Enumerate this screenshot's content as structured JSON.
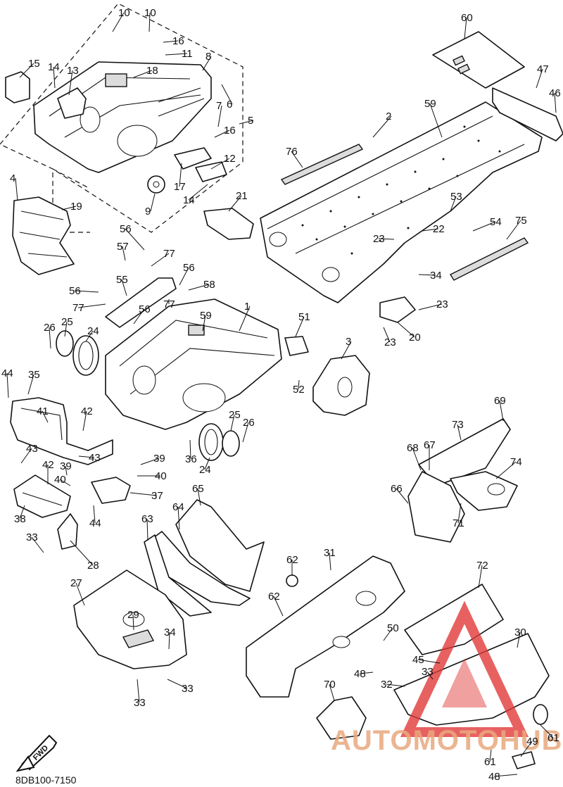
{
  "diagram": {
    "drawing_code": "8DB100-7150",
    "fwd_label": "FWD",
    "watermark": {
      "text": "AUTOMOTOHUB",
      "colors": {
        "triangle": "#e23a3a",
        "text": "#e8a97e"
      }
    },
    "callouts": [
      {
        "id": "c10a",
        "label": "10"
      },
      {
        "id": "c10b",
        "label": "10"
      },
      {
        "id": "c16a",
        "label": "16"
      },
      {
        "id": "c11",
        "label": "11"
      },
      {
        "id": "c8",
        "label": "8"
      },
      {
        "id": "c15",
        "label": "15"
      },
      {
        "id": "c14a",
        "label": "14"
      },
      {
        "id": "c13",
        "label": "13"
      },
      {
        "id": "c18",
        "label": "18"
      },
      {
        "id": "c6",
        "label": "6"
      },
      {
        "id": "c7",
        "label": "7"
      },
      {
        "id": "c5",
        "label": "5"
      },
      {
        "id": "c16b",
        "label": "16"
      },
      {
        "id": "c12",
        "label": "12"
      },
      {
        "id": "c17",
        "label": "17"
      },
      {
        "id": "c14b",
        "label": "14"
      },
      {
        "id": "c9",
        "label": "9"
      },
      {
        "id": "c21",
        "label": "21"
      },
      {
        "id": "c4",
        "label": "4"
      },
      {
        "id": "c19",
        "label": "19"
      },
      {
        "id": "c60",
        "label": "60"
      },
      {
        "id": "c47",
        "label": "47"
      },
      {
        "id": "c46",
        "label": "46"
      },
      {
        "id": "c2",
        "label": "2"
      },
      {
        "id": "c59a",
        "label": "59"
      },
      {
        "id": "c76",
        "label": "76"
      },
      {
        "id": "c53",
        "label": "53"
      },
      {
        "id": "c22",
        "label": "22"
      },
      {
        "id": "c23a",
        "label": "23"
      },
      {
        "id": "c54",
        "label": "54"
      },
      {
        "id": "c75",
        "label": "75"
      },
      {
        "id": "c34a",
        "label": "34"
      },
      {
        "id": "c23b",
        "label": "23"
      },
      {
        "id": "c23c",
        "label": "23"
      },
      {
        "id": "c20",
        "label": "20"
      },
      {
        "id": "c56a",
        "label": "56"
      },
      {
        "id": "c57",
        "label": "57"
      },
      {
        "id": "c77a",
        "label": "77"
      },
      {
        "id": "c56b",
        "label": "56"
      },
      {
        "id": "c55",
        "label": "55"
      },
      {
        "id": "c58",
        "label": "58"
      },
      {
        "id": "c56c",
        "label": "56"
      },
      {
        "id": "c77b",
        "label": "77"
      },
      {
        "id": "c77c",
        "label": "77"
      },
      {
        "id": "c56d",
        "label": "56"
      },
      {
        "id": "c59b",
        "label": "59"
      },
      {
        "id": "c1",
        "label": "1"
      },
      {
        "id": "c26a",
        "label": "26"
      },
      {
        "id": "c25a",
        "label": "25"
      },
      {
        "id": "c24a",
        "label": "24"
      },
      {
        "id": "c51",
        "label": "51"
      },
      {
        "id": "c3",
        "label": "3"
      },
      {
        "id": "c52",
        "label": "52"
      },
      {
        "id": "c44a",
        "label": "44"
      },
      {
        "id": "c35",
        "label": "35"
      },
      {
        "id": "c41",
        "label": "41"
      },
      {
        "id": "c42a",
        "label": "42"
      },
      {
        "id": "c43a",
        "label": "43"
      },
      {
        "id": "c43b",
        "label": "43"
      },
      {
        "id": "c42b",
        "label": "42"
      },
      {
        "id": "c39a",
        "label": "39"
      },
      {
        "id": "c39b",
        "label": "39"
      },
      {
        "id": "c40a",
        "label": "40"
      },
      {
        "id": "c40b",
        "label": "40"
      },
      {
        "id": "c37",
        "label": "37"
      },
      {
        "id": "c38",
        "label": "38"
      },
      {
        "id": "c44b",
        "label": "44"
      },
      {
        "id": "c33a",
        "label": "33"
      },
      {
        "id": "c28",
        "label": "28"
      },
      {
        "id": "c36",
        "label": "36"
      },
      {
        "id": "c24b",
        "label": "24"
      },
      {
        "id": "c25b",
        "label": "25"
      },
      {
        "id": "c26b",
        "label": "26"
      },
      {
        "id": "c73",
        "label": "73"
      },
      {
        "id": "c69",
        "label": "69"
      },
      {
        "id": "c68",
        "label": "68"
      },
      {
        "id": "c67",
        "label": "67"
      },
      {
        "id": "c74",
        "label": "74"
      },
      {
        "id": "c66",
        "label": "66"
      },
      {
        "id": "c71",
        "label": "71"
      },
      {
        "id": "c65",
        "label": "65"
      },
      {
        "id": "c64",
        "label": "64"
      },
      {
        "id": "c63",
        "label": "63"
      },
      {
        "id": "c62a",
        "label": "62"
      },
      {
        "id": "c31",
        "label": "31"
      },
      {
        "id": "c62b",
        "label": "62"
      },
      {
        "id": "c72",
        "label": "72"
      },
      {
        "id": "c27",
        "label": "27"
      },
      {
        "id": "c29",
        "label": "29"
      },
      {
        "id": "c34b",
        "label": "34"
      },
      {
        "id": "c50",
        "label": "50"
      },
      {
        "id": "c30",
        "label": "30"
      },
      {
        "id": "c48a",
        "label": "48"
      },
      {
        "id": "c45",
        "label": "45"
      },
      {
        "id": "c33b",
        "label": "33"
      },
      {
        "id": "c32",
        "label": "32"
      },
      {
        "id": "c33c",
        "label": "33"
      },
      {
        "id": "c33d",
        "label": "33"
      },
      {
        "id": "c70",
        "label": "70"
      },
      {
        "id": "c61a",
        "label": "61"
      },
      {
        "id": "c61b",
        "label": "61"
      },
      {
        "id": "c49",
        "label": "49"
      },
      {
        "id": "c48b",
        "label": "48"
      }
    ]
  }
}
